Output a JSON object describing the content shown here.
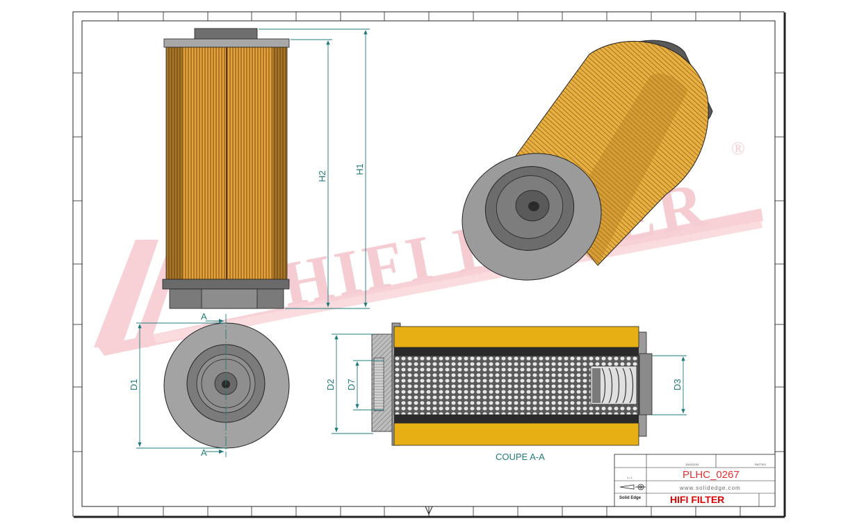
{
  "watermark": {
    "brand": "HIFI FILTER",
    "registered_mark": "®"
  },
  "dimensions": {
    "height_overall": "H1",
    "height_body": "H2",
    "diameter_outer": "D1",
    "diameter_bore": "D2",
    "diameter_inner": "D7",
    "diameter_outlet": "D3"
  },
  "section": {
    "cut_marker_top": "A",
    "cut_marker_bottom": "A",
    "label": "COUPE A-A"
  },
  "title_block": {
    "date": "10/02/2011",
    "author": "RATTEG",
    "scale": "1 / 1",
    "part_number": "PLHC_0267",
    "website": "www.solidedge.com",
    "software": "Solid Edge",
    "company": "HIFI FILTER"
  },
  "colors": {
    "media": "#E8A832",
    "media_dark": "#8A5A12",
    "media_section": "#E6AF14",
    "metal_grey": "#8C8C8C",
    "watermark": "#F5C8CE",
    "dimension": "#1F7A7A",
    "part_number": "#E53030",
    "company": "#E00000"
  }
}
